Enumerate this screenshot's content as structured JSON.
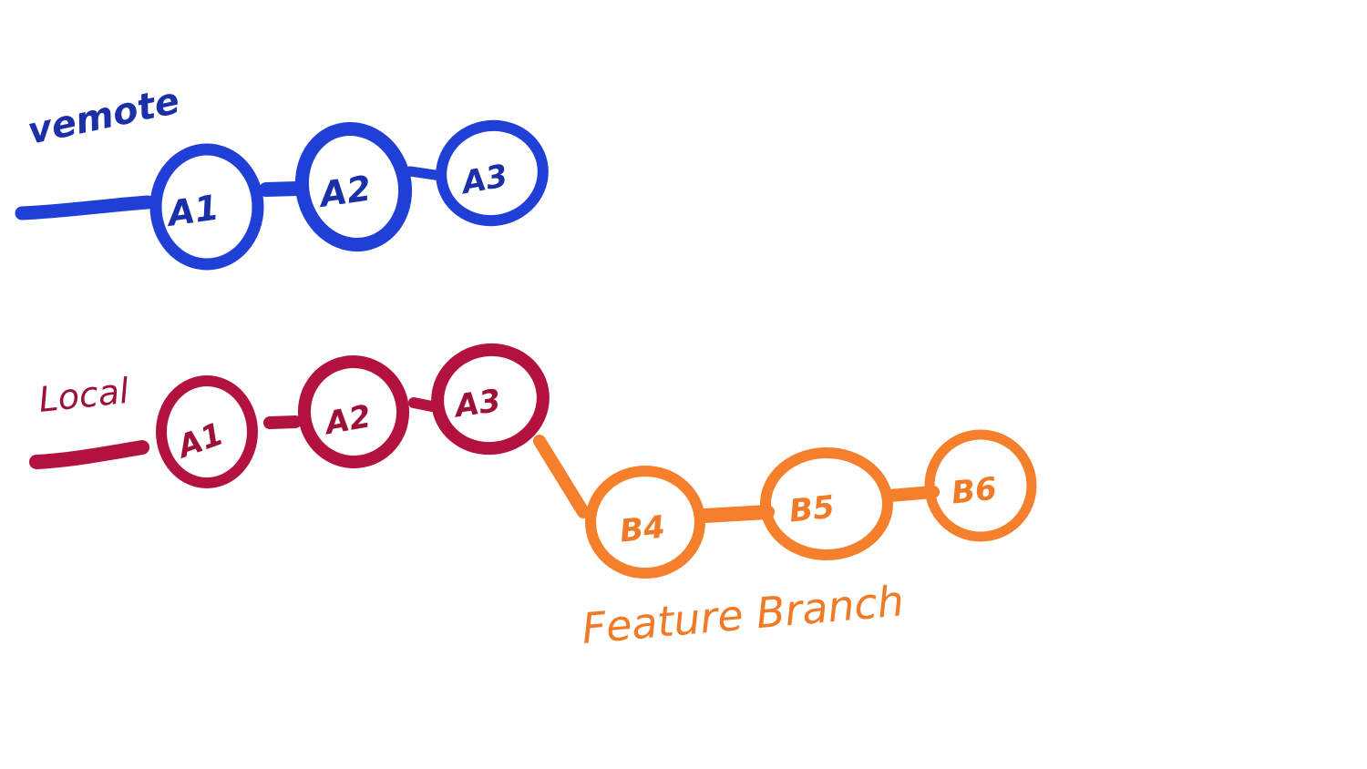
{
  "colors": {
    "remote": "#1f3fd6",
    "remote_text": "#1a2fa8",
    "local": "#b3123f",
    "local_text": "#9e1038",
    "feature": "#f57f2a",
    "feature_text": "#f07a25"
  },
  "branches": {
    "remote": {
      "label": "vemote",
      "commits": [
        "A1",
        "A2",
        "A3"
      ]
    },
    "local": {
      "label": "Local",
      "commits": [
        "A1",
        "A2",
        "A3"
      ]
    },
    "feature": {
      "label": "Feature Branch",
      "commits": [
        "B4",
        "B5",
        "B6"
      ]
    }
  }
}
